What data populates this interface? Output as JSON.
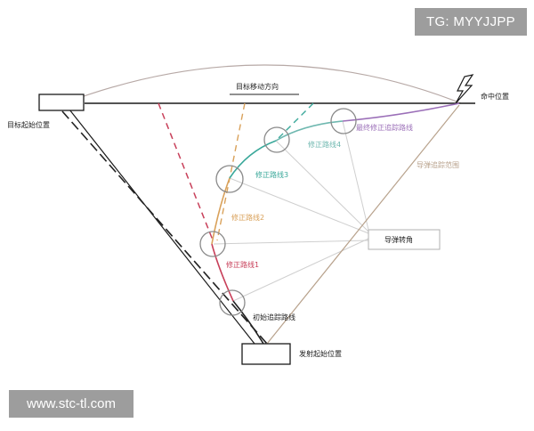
{
  "watermarks": {
    "top_right": "TG: MYYJJPP",
    "bottom_left": "www.stc-tl.com"
  },
  "labels": {
    "target_start": "目标起始位置",
    "target_direction": "目标移动方向",
    "hit_position": "命中位置",
    "launch_start": "发射起始位置",
    "missile_turn": "导弹转角",
    "initial_tracking_route": "初始追踪路线",
    "correction_route_1": "修正路线1",
    "correction_route_2": "修正路线2",
    "correction_route_3": "修正路线3",
    "correction_route_4": "修正路线4",
    "final_correction_route": "最终修正追踪路线",
    "tracking_range": "导弹追踪范围"
  },
  "colors": {
    "frame": "#1a1a1a",
    "arc": "#b7a9a6",
    "initial": "#222222",
    "route1": "#c8405a",
    "route2": "#d9a15a",
    "route3": "#3aa89a",
    "route4": "#6fb8b0",
    "final": "#9b6fb8",
    "range_line": "#b8a28c",
    "circle": "#8a8a8a",
    "fan": "#cfcfcf"
  }
}
